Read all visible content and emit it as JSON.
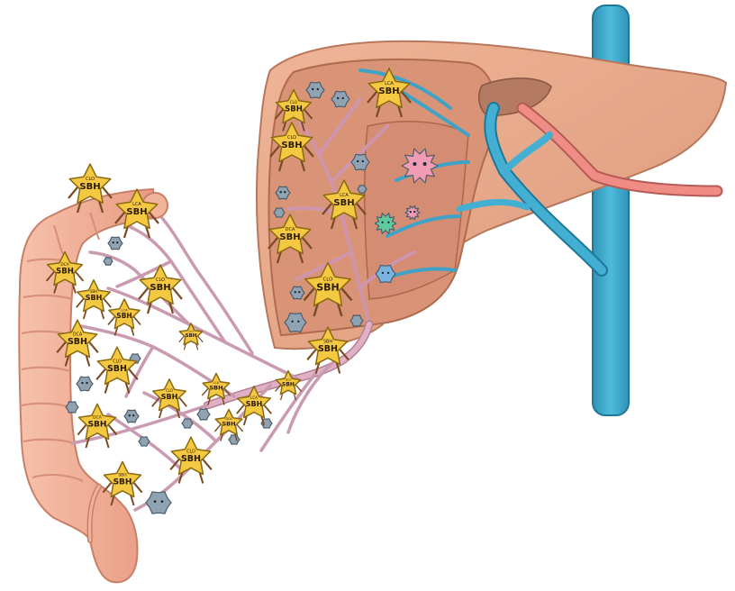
{
  "agent_label": "SBH",
  "agent_tags": [
    "CLO",
    "LCA",
    "DCA",
    "CLO",
    "SBH",
    "LCA",
    "DCA",
    "CLO"
  ],
  "colors": {
    "liver": "#e8a98a",
    "liver_interior": "#d99478",
    "vein": "#3aa7c9",
    "artery": "#e9857f",
    "portal_vessel": "#d8a4b8",
    "colon": "#f2b39c",
    "star": "#f5c842",
    "microbe_gray": "#8fa3b3",
    "microbe_pink": "#f29bb5",
    "microbe_green": "#5fc9a0",
    "microbe_blue": "#7bb3e0"
  },
  "icons": [
    "star-character-icon",
    "microbe-icon",
    "liver-icon",
    "colon-icon",
    "blood-vessel-icon"
  ]
}
